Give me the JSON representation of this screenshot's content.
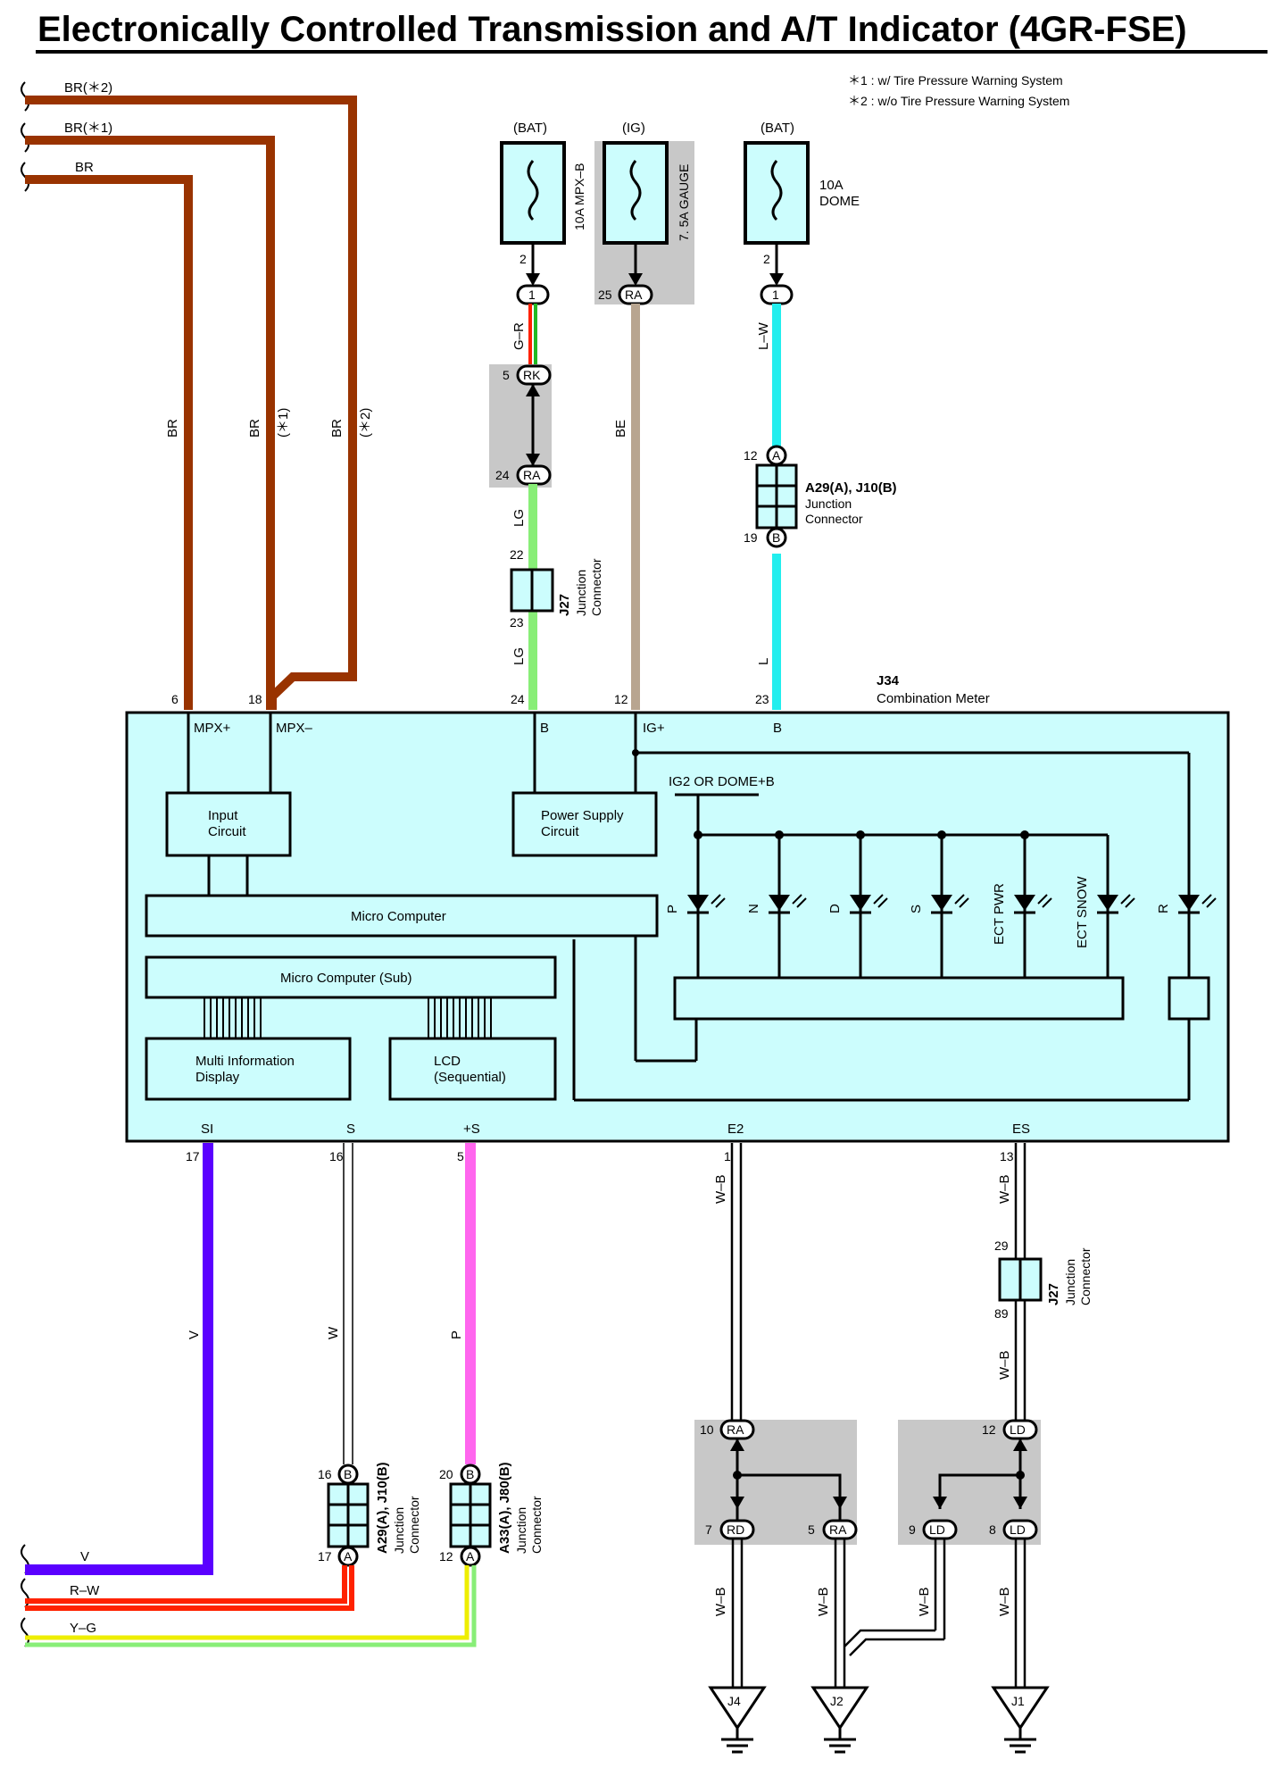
{
  "title": "Electronically Controlled Transmission and A/T Indicator (4GR-FSE)",
  "notes": [
    "＊1 : w/ Tire Pressure Warning System",
    "＊2 : w/o Tire Pressure Warning System"
  ],
  "wires": {
    "br2": "BR(＊2)",
    "br1": "BR(＊1)",
    "br": "BR",
    "br_v": "BR",
    "br1_v": "BR",
    "br1_tag": "(＊1)",
    "br2_v": "BR",
    "br2_tag": "(＊2)",
    "gr": "G–R",
    "lg1": "LG",
    "lg2": "LG",
    "be": "BE",
    "lw": "L–W",
    "l": "L",
    "v": "V",
    "w": "W",
    "p": "P",
    "v_left": "V",
    "rw_left": "R–W",
    "yg_left": "Y–G",
    "wb1": "W–B",
    "wb2": "W–B",
    "wb3": "W–B",
    "wb4": "W–B",
    "wb5": "W–B",
    "wb6": "W–B",
    "wb7": "W–B"
  },
  "fuses": [
    {
      "supply": "(BAT)",
      "label": "10A MPX–B"
    },
    {
      "supply": "(IG)",
      "label": "7. 5A GAUGE"
    },
    {
      "supply": "(BAT)",
      "label1": "10A",
      "label2": "DOME"
    }
  ],
  "pins": {
    "f1_2": "2",
    "f1_1": "1",
    "f2_25": "25",
    "f2_ra": "RA",
    "f3_2": "2",
    "f3_1": "1",
    "rk_5": "5",
    "rk": "RK",
    "ra_24": "24",
    "ra": "RA",
    "j27_22": "22",
    "j27_23": "23",
    "a29_12": "12",
    "a29_a": "A",
    "a29_19": "19",
    "a29_b": "B",
    "m6": "6",
    "m18": "18",
    "m24": "24",
    "m12": "12",
    "m23": "23",
    "m17": "17",
    "m16": "16",
    "m5": "5",
    "m1": "1",
    "m13": "13",
    "j27b_29": "29",
    "j27b_89": "89",
    "a29b_16": "16",
    "a29b_b": "B",
    "a29b_17": "17",
    "a29b_a": "A",
    "a33_20": "20",
    "a33_b": "B",
    "a33_12": "12",
    "a33_a": "A",
    "ra10_n": "10",
    "ra10": "RA",
    "rd7_n": "7",
    "rd7": "RD",
    "ra5_n": "5",
    "ra5": "RA",
    "ld12_n": "12",
    "ld12": "LD",
    "ld9_n": "9",
    "ld9": "LD",
    "ld8_n": "8",
    "ld8": "LD"
  },
  "connectors": {
    "j27_top_1": "J27",
    "j27_top_2": "Junction",
    "j27_top_3": "Connector",
    "a29_top_1": "A29(A), J10(B)",
    "a29_top_2": "Junction",
    "a29_top_3": "Connector",
    "j27_bot_1": "J27",
    "j27_bot_2": "Junction",
    "j27_bot_3": "Connector",
    "a29_bot_1": "A29(A), J10(B)",
    "a29_bot_2": "Junction",
    "a29_bot_3": "Connector",
    "a33_1": "A33(A), J80(B)",
    "a33_2": "Junction",
    "a33_3": "Connector"
  },
  "meter": {
    "id": "J34",
    "name": "Combination Meter",
    "term_mpxp": "MPX+",
    "term_mpxm": "MPX–",
    "term_b1": "B",
    "term_ig": "IG+",
    "term_b2": "B",
    "term_si": "SI",
    "term_s": "S",
    "term_ps": "+S",
    "term_e2": "E2",
    "term_es": "ES",
    "input1": "Input",
    "input2": "Circuit",
    "power1": "Power Supply",
    "power2": "Circuit",
    "micro": "Micro Computer",
    "micro_sub": "Micro Computer (Sub)",
    "mid1": "Multi Information",
    "mid2": "Display",
    "lcd1": "LCD",
    "lcd2": "(Sequential)",
    "ig2": "IG2 OR DOME+B",
    "leds": [
      "P",
      "N",
      "D",
      "S",
      "ECT PWR",
      "ECT SNOW",
      "R"
    ]
  },
  "grounds": [
    "J4",
    "J2",
    "J1"
  ],
  "colors": {
    "br": "#993300",
    "lg": "#88ee77",
    "red": "#ff2200",
    "be": "#b8a590",
    "cyan": "#22eeee",
    "violet": "#5a00ff",
    "pink": "#ff66ee",
    "yellow": "#eeee00",
    "fill": "#ccfdfd"
  }
}
